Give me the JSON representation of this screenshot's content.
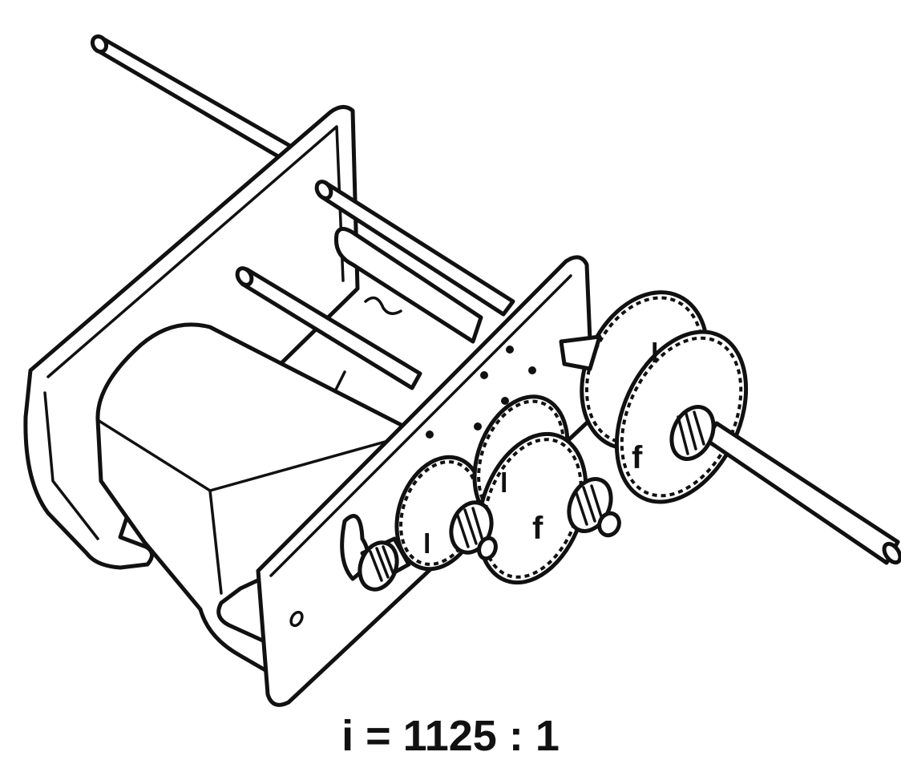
{
  "labels": {
    "idler_gear_1": "l",
    "idler_gear_2": "l",
    "idler_gear_3": "l",
    "follower_gear_1": "f",
    "follower_gear_2": "f"
  },
  "caption": "i = 1125 : 1"
}
